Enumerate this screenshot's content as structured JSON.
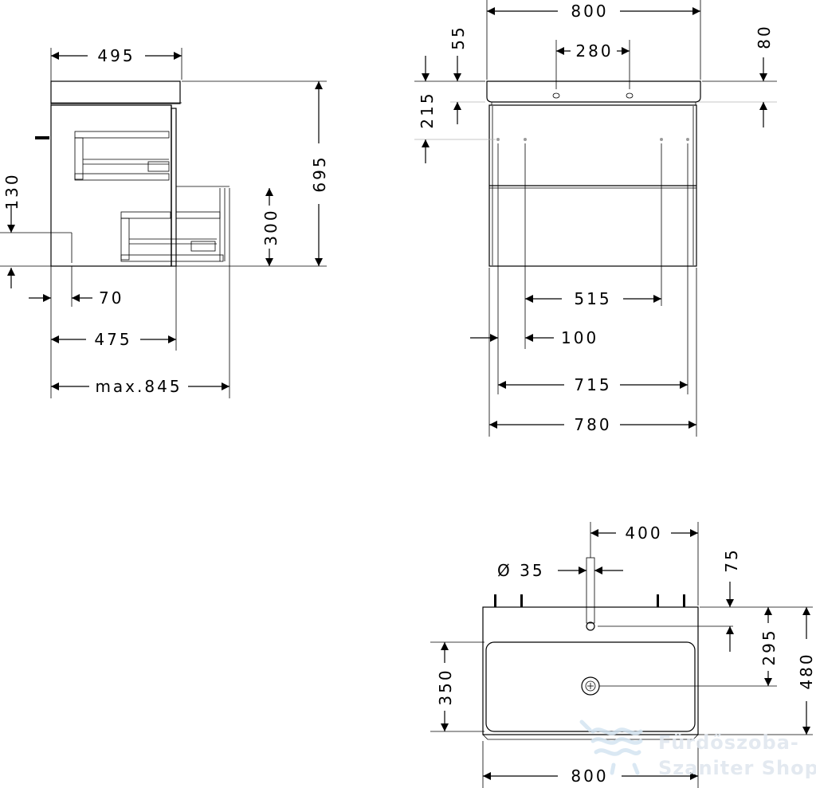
{
  "side_view": {
    "dims": {
      "width_top": "495",
      "height_total": "695",
      "height_130": "130",
      "drawer_300": "300",
      "offset_70": "70",
      "depth_475": "475",
      "max_depth": "max.845"
    }
  },
  "front_view": {
    "dims": {
      "width_800": "800",
      "dist_280": "280",
      "top_55": "55",
      "top_80": "80",
      "height_215": "215",
      "dist_515": "515",
      "offset_100": "100",
      "width_715": "715",
      "width_780": "780"
    }
  },
  "top_view": {
    "dims": {
      "dist_400": "400",
      "diameter_35": "Ø 35",
      "depth_75": "75",
      "depth_295": "295",
      "depth_480": "480",
      "basin_350": "350",
      "width_800": "800"
    }
  },
  "watermark": {
    "line1": "Fürdőszoba-",
    "line2": "Szaniter Shop"
  }
}
